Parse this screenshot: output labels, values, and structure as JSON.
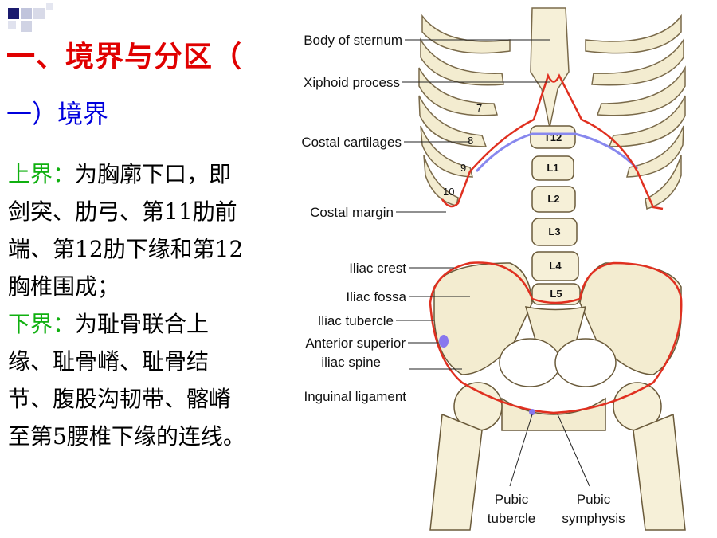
{
  "slide": {
    "title": "一、境界与分区（",
    "subtitle": "一）境界",
    "upper": {
      "label": "上界：",
      "text": "为胸廓下口，即剑突、肋弓、第11肋前端、第12肋下缘和第12胸椎围成；"
    },
    "lower": {
      "label": "下界：",
      "text": "为耻骨联合上缘、耻骨嵴、耻骨结节、腹股沟韧带、髂嵴至第5腰椎下缘的连线。"
    }
  },
  "figure": {
    "labels": {
      "body_of_sternum": "Body of sternum",
      "xiphoid_process": "Xiphoid process",
      "costal_cartilages": "Costal cartilages",
      "costal_margin": "Costal margin",
      "iliac_crest": "Iliac crest",
      "iliac_fossa": "Iliac fossa",
      "iliac_tubercle": "Iliac tubercle",
      "asis_line1": "Anterior superior",
      "asis_line2": "iliac spine",
      "inguinal_ligament": "Inguinal ligament",
      "pubic_tubercle_1": "Pubic",
      "pubic_tubercle_2": "tubercle",
      "pubic_symphysis_1": "Pubic",
      "pubic_symphysis_2": "symphysis"
    },
    "rib_numbers": [
      "7",
      "8",
      "9",
      "10"
    ],
    "vertebrae": [
      "T12",
      "L1",
      "L2",
      "L3",
      "L4",
      "L5"
    ]
  },
  "colors": {
    "title": "#e00000",
    "subtitle": "#0000dd",
    "label": "#10b010",
    "boundary": "#e03020",
    "thoracic_outlet": "#8888ee",
    "bone": "#f3ecd0"
  }
}
